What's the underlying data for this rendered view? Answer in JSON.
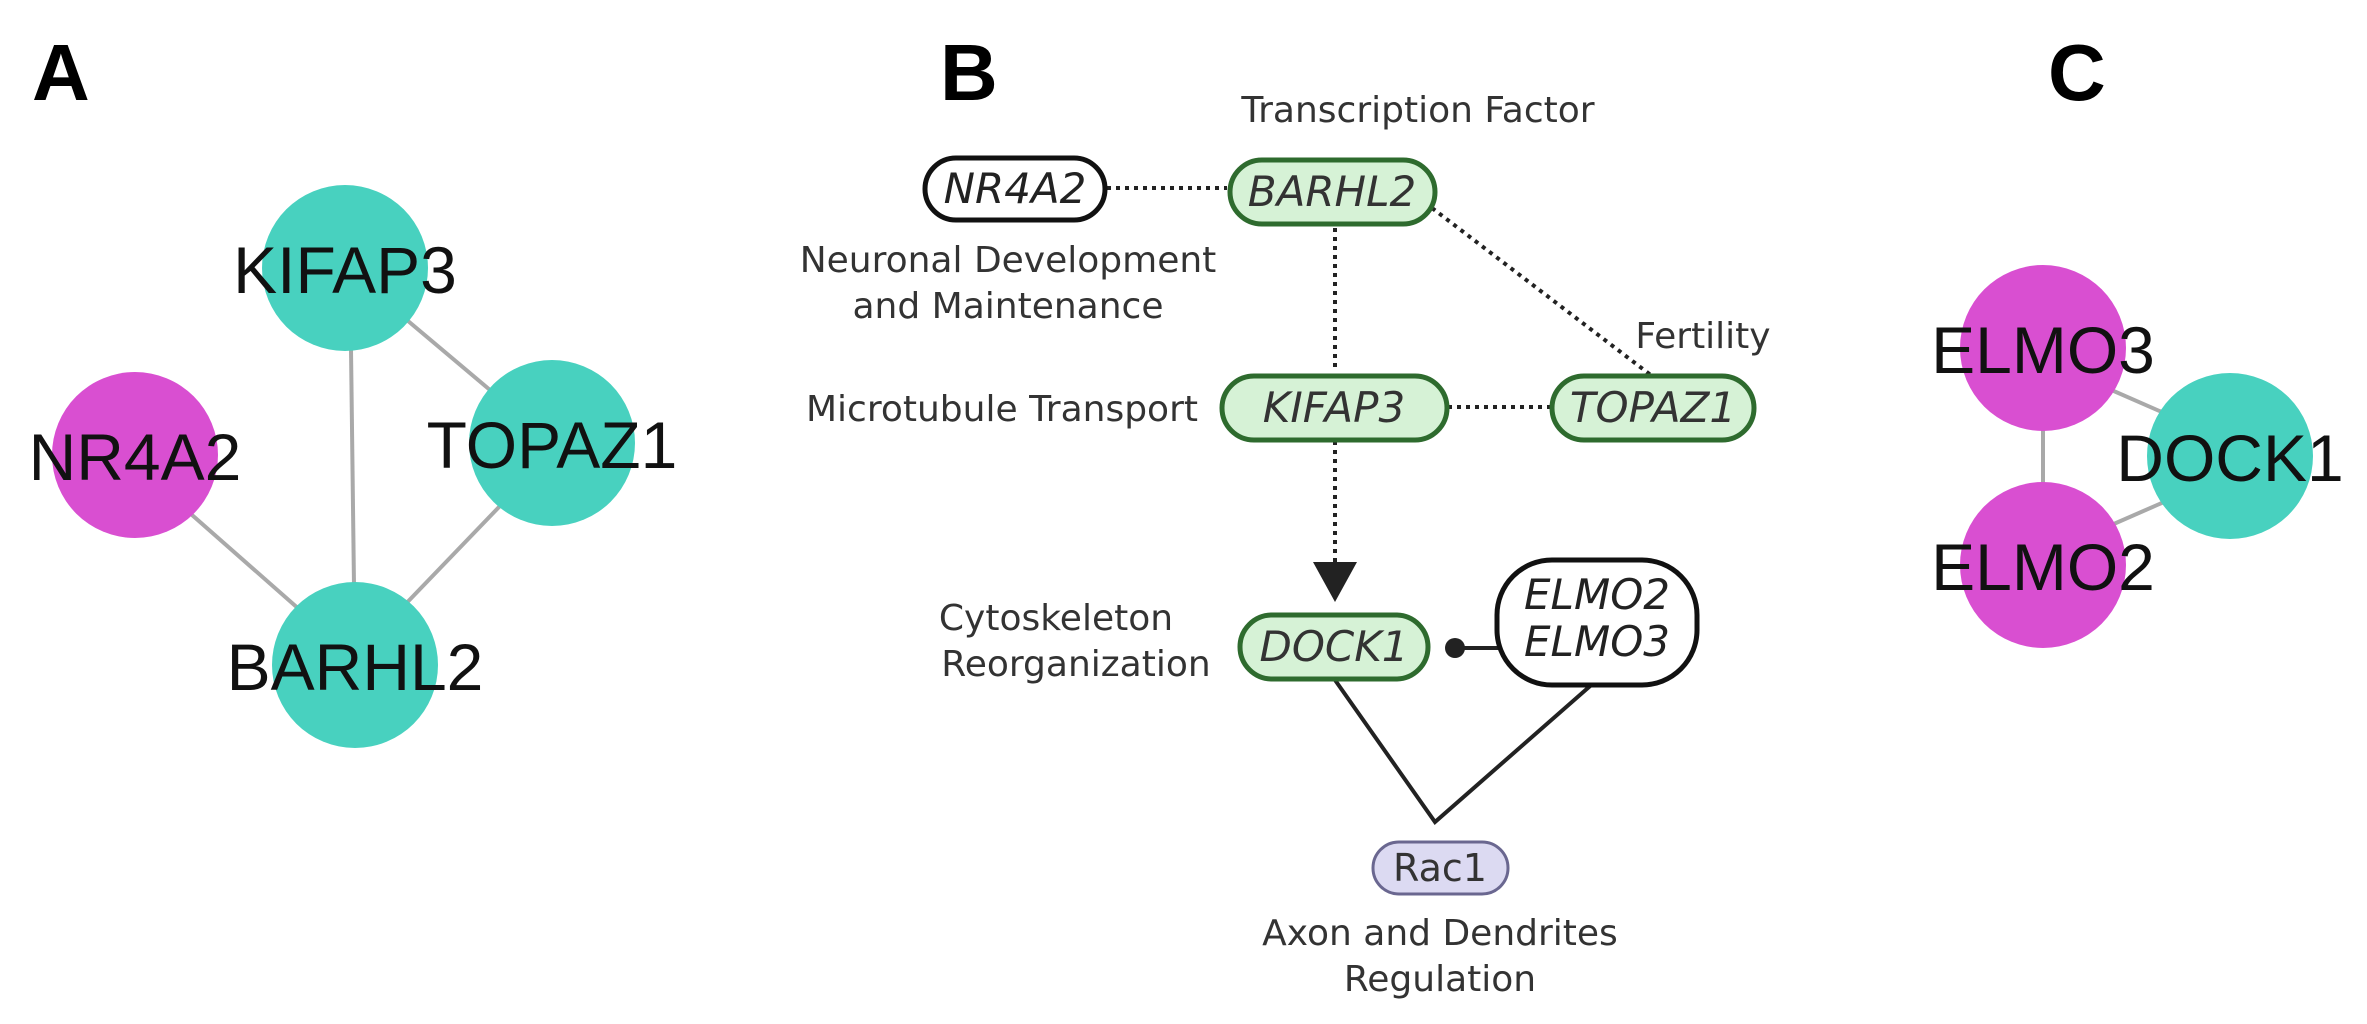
{
  "panels": {
    "a": {
      "letter": "A",
      "nodes": {
        "kifap3": {
          "label": "KIFAP3",
          "color": "#48d1bf"
        },
        "topaz1": {
          "label": "TOPAZ1",
          "color": "#48d1bf"
        },
        "nr4a2": {
          "label": "NR4A2",
          "color": "#d94fd1"
        },
        "barhl2": {
          "label": "BARHL2",
          "color": "#48d1bf"
        }
      }
    },
    "b": {
      "letter": "B",
      "genes": {
        "nr4a2": "NR4A2",
        "barhl2": "BARHL2",
        "kifap3": "KIFAP3",
        "topaz1": "TOPAZ1",
        "dock1": "DOCK1",
        "elmo2": "ELMO2",
        "elmo3": "ELMO3",
        "rac1": "Rac1"
      },
      "annotations": {
        "transcription_factor": "Transcription Factor",
        "neuronal_line1": "Neuronal Development",
        "neuronal_line2": "and Maintenance",
        "fertility": "Fertility",
        "microtubule": "Microtubule Transport",
        "cytoskeleton_line1": "Cytoskeleton",
        "cytoskeleton_line2": "Reorganization",
        "axon_line1": "Axon and Dendrites",
        "axon_line2": "Regulation"
      }
    },
    "c": {
      "letter": "C",
      "nodes": {
        "elmo3": {
          "label": "ELMO3",
          "color": "#d94fd1"
        },
        "dock1": {
          "label": "DOCK1",
          "color": "#48d1bf"
        },
        "elmo2": {
          "label": "ELMO2",
          "color": "#d94fd1"
        }
      }
    }
  },
  "colors": {
    "teal": "#48d1bf",
    "magenta": "#d94fd1",
    "pill_green": "#d6f2d6",
    "pill_green_border": "#2e6b2e",
    "rac_fill": "#dcdaf2"
  }
}
